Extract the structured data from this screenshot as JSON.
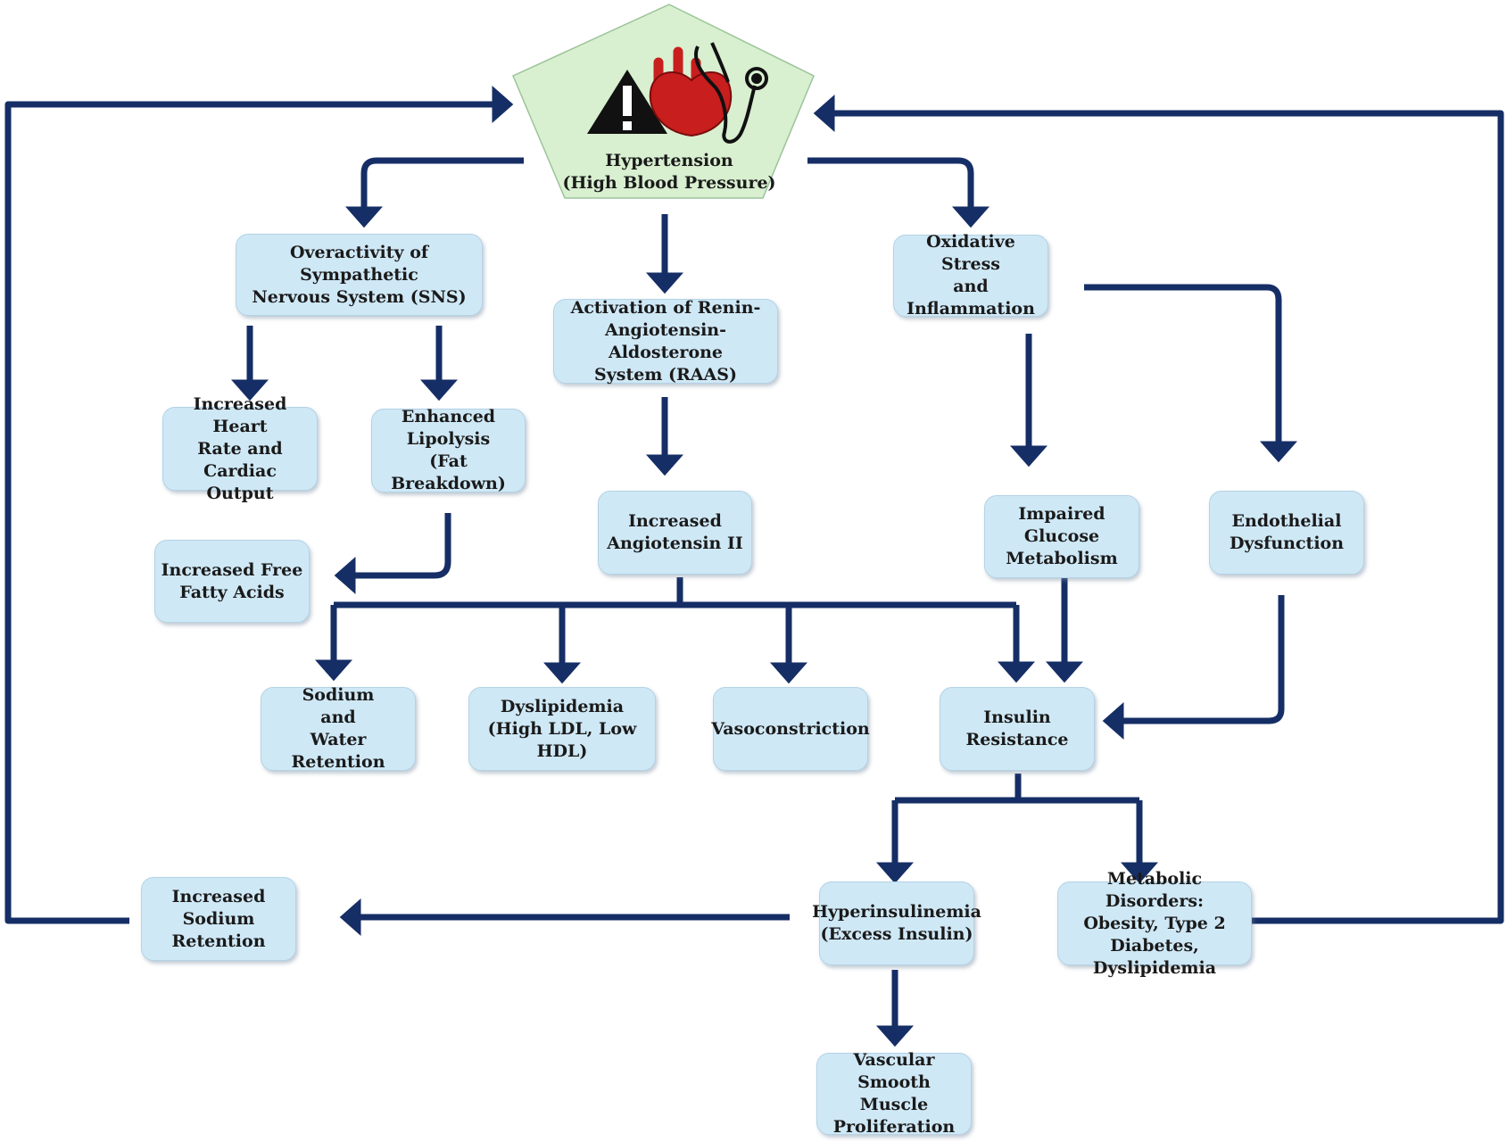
{
  "center": {
    "title": "Hypertension\n(High Blood Pressure)"
  },
  "nodes": {
    "sns": "Overactivity of Sympathetic\nNervous System (SNS)",
    "raas": "Activation of Renin-\nAngiotensin-Aldosterone\nSystem (RAAS)",
    "oxidative": "Oxidative Stress\nand\nInflammation",
    "heart_rate": "Increased Heart\nRate and Cardiac\nOutput",
    "lipolysis": "Enhanced\nLipolysis\n(Fat Breakdown)",
    "ffa": "Increased Free\nFatty Acids",
    "angiotensin": "Increased\nAngiotensin II",
    "glucose": "Impaired Glucose\nMetabolism",
    "endothelial": "Endothelial\nDysfunction",
    "sodium_water": "Sodium\nand\nWater Retention",
    "dyslipidemia": "Dyslipidemia\n(High LDL, Low HDL)",
    "vasoconstriction": "Vasoconstriction",
    "insulin_resistance": "Insulin Resistance",
    "sodium_retention": "Increased\nSodium\nRetention",
    "hyperinsulinemia": "Hyperinsulinemia\n(Excess Insulin)",
    "metabolic": "Metabolic Disorders:\nObesity, Type 2\nDiabetes, Dyslipidemia",
    "vsm": "Vascular Smooth\nMuscle\nProliferation"
  },
  "icons": [
    "warning-triangle-icon",
    "heart-icon",
    "stethoscope-icon"
  ],
  "colors": {
    "arrow": "#162e66",
    "node_fill": "#cfe8f6",
    "pentagon_fill": "#d8efd0",
    "heart": "#c81e1e",
    "warning": "#111111"
  }
}
